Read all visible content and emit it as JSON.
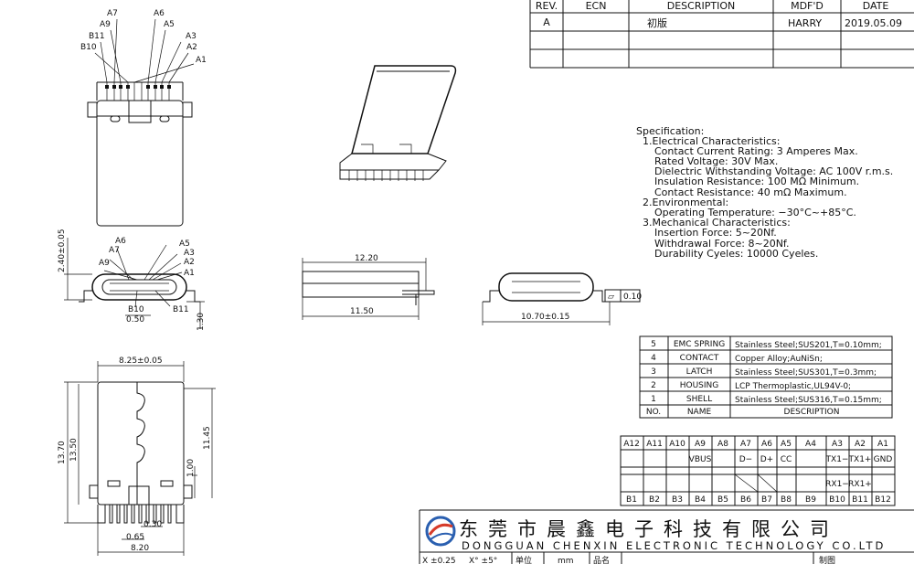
{
  "revision_table": {
    "headers": [
      "REV.",
      "ECN",
      "DESCRIPTION",
      "MDF'D",
      "DATE"
    ],
    "row": {
      "rev": "A",
      "ecn": "",
      "description": "初版",
      "mdfd": "HARRY",
      "date": "2019.05.09"
    }
  },
  "specification": {
    "title": "Specification:",
    "lines": [
      "1.Electrical Characteristics:",
      "Contact Current Rating: 3 Amperes Max.",
      "Rated Voltage:   30V Max.",
      "Dielectric Withstanding Voltage: AC 100V r.m.s.",
      "Insulation Resistance: 100 MΩ Minimum.",
      "Contact Resistance: 40 mΩ Maximum.",
      "2.Environmental:",
      "Operating Temperature: −30°C~+85°C.",
      "3.Mechanical Characteristics:",
      "Insertion Force: 5~20Nf.",
      "Withdrawal Force: 8~20Nf.",
      "Durability Cyeles: 10000 Cyeles."
    ]
  },
  "bom": {
    "rows": [
      {
        "no": "5",
        "name": "EMC SPRING",
        "desc": "Stainless Steel;SUS201,T=0.10mm;"
      },
      {
        "no": "4",
        "name": "CONTACT",
        "desc": "Copper Alloy;AuNiSn;"
      },
      {
        "no": "3",
        "name": "LATCH",
        "desc": "Stainless Steel;SUS301,T=0.3mm;"
      },
      {
        "no": "2",
        "name": "HOUSING",
        "desc": "LCP Thermoplastic,UL94V-0;"
      },
      {
        "no": "1",
        "name": "SHELL",
        "desc": "Stainless Steel;SUS316,T=0.15mm;"
      }
    ],
    "header": {
      "no": "NO.",
      "name": "NAME",
      "desc": "DESCRIPTION"
    }
  },
  "pinout": {
    "top_labels": [
      "A12",
      "A11",
      "A10",
      "A9",
      "A8",
      "A7",
      "A6",
      "A5",
      "A4",
      "A3",
      "A2",
      "A1"
    ],
    "top_signals": [
      "",
      "",
      "",
      "VBUS",
      "",
      "D−",
      "D+",
      "CC",
      "",
      "TX1−",
      "TX1+",
      "GND"
    ],
    "bottom_signals": [
      "",
      "",
      "",
      "",
      "",
      "",
      "",
      "",
      "",
      "RX1−",
      "RX1+",
      ""
    ],
    "bottom_labels": [
      "B1",
      "B2",
      "B3",
      "B4",
      "B5",
      "B6",
      "B7",
      "B8",
      "B9",
      "B10",
      "B11",
      "B12"
    ]
  },
  "title_block": {
    "company_cn": "东莞市晨鑫电子科技有限公司",
    "company_en": "DONGGUAN CHENXIN ELECTRONIC TECHNOLOGY CO.LTD",
    "bottom_items": [
      "X  ±0.25",
      "X° ±5°",
      "单位",
      "mm",
      "品名",
      "制图"
    ]
  },
  "drawing": {
    "top_view_labels": {
      "a7": "A7",
      "a9": "A9",
      "b11": "B11",
      "b10": "B10",
      "a6": "A6",
      "a5": "A5",
      "a3": "A3",
      "a2": "A2",
      "a1": "A1"
    },
    "front_view_labels": {
      "a6": "A6",
      "a7": "A7",
      "a9": "A9",
      "a5": "A5",
      "a3": "A3",
      "a2": "A2",
      "a1": "A1",
      "b10": "B10",
      "b11": "B11"
    },
    "dimensions": {
      "front_height": "2.40±0.05",
      "front_pitch": "0.50",
      "front_leg": "1.30",
      "side_length_top": "12.20",
      "side_length_bottom": "11.50",
      "end_width": "10.70±0.15",
      "flatness_symbol": "▱",
      "flatness_value": "0.10",
      "bottom_width_top": "8.25±0.05",
      "bottom_height_outer": "13.70",
      "bottom_height_inner": "13.50",
      "bottom_right_height": "11.45",
      "bottom_right_small": "1.00",
      "bottom_pin": "0.30",
      "bottom_pitch": "0.65",
      "bottom_width": "8.20"
    }
  }
}
